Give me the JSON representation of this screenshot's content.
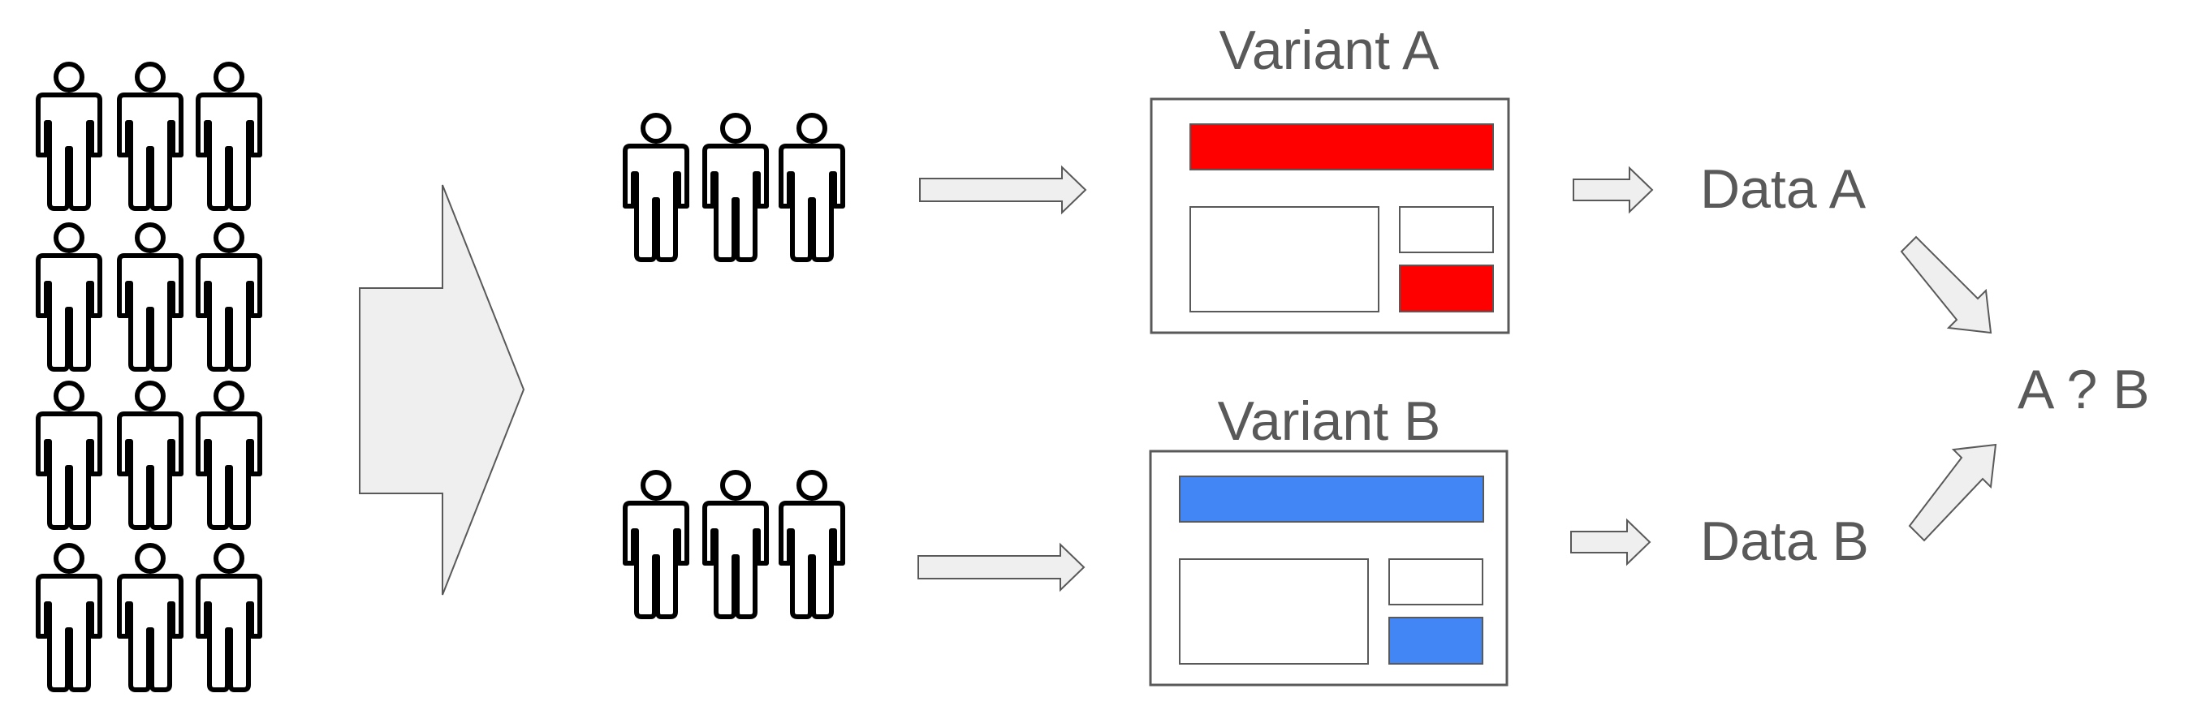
{
  "labels": {
    "variant_a": "Variant A",
    "variant_b": "Variant B",
    "data_a": "Data A",
    "data_b": "Data B",
    "compare": "A ? B"
  },
  "colors": {
    "variant_a_accent": "#ff0000",
    "variant_b_accent": "#4285f4",
    "arrow_fill": "#efefef",
    "arrow_stroke": "#595959",
    "text": "#595959",
    "person_stroke": "#000000"
  },
  "population": {
    "icon": "person-icon",
    "rows": 4,
    "columns": 3
  },
  "groups": [
    {
      "name": "group-a",
      "icon": "person-icon",
      "count": 3
    },
    {
      "name": "group-b",
      "icon": "person-icon",
      "count": 3
    }
  ]
}
